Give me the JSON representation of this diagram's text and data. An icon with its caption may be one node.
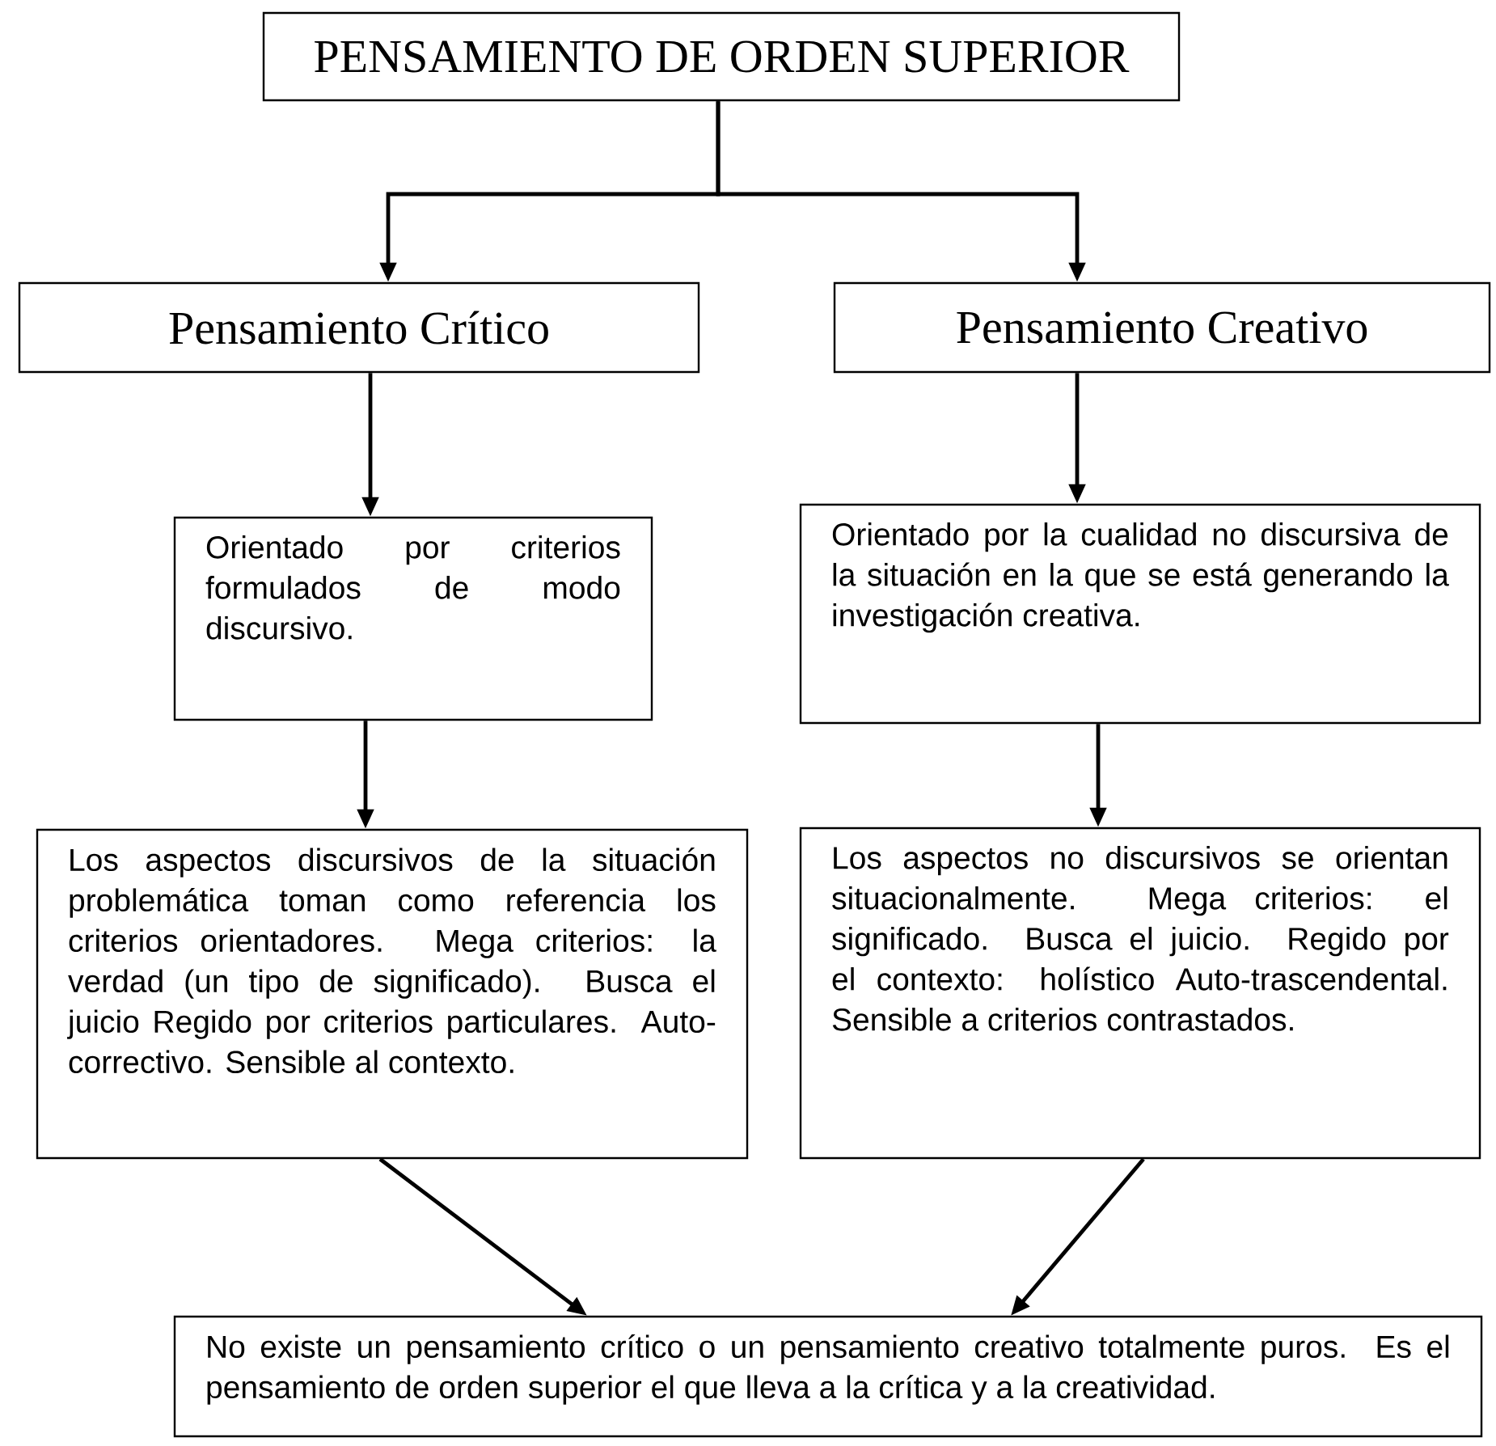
{
  "diagram": {
    "nodes": [
      {
        "text": [
          "PENSAMIENTO DE ORDEN SUPERIOR"
        ]
      },
      {
        "text": [
          "Pensamiento Crítico"
        ]
      },
      {
        "text": [
          "Pensamiento Creativo"
        ]
      },
      {
        "text": [
          "Orientado por criterios formulados de modo discursivo."
        ]
      },
      {
        "text": [
          "Orientado por la cualidad no discursiva de la situación en la que se está generando la investigación creativa."
        ]
      },
      {
        "text": [
          "Los aspectos discursivos de la situación problemática toman como referencia los criterios orientadores. Mega criterios: la verdad (un tipo de significado). Busca el juicio Regido por criterios particulares. Auto-correctivo. Sensible al contexto."
        ]
      },
      {
        "text": [
          "Los aspectos no discursivos se orientan situacionalmente. Mega criterios: el significado. Busca el juicio. Regido por el contexto: holístico Auto-trascendental. Sensible a criterios contrastados."
        ]
      },
      {
        "text": [
          "No existe un pensamiento crítico o un pensamiento creativo totalmente puros. Es el pensamiento de orden superior el que lleva a la crítica y a la creatividad."
        ]
      }
    ],
    "edges": [
      {
        "from": 0,
        "to": 1,
        "arrow": "to"
      },
      {
        "from": 0,
        "to": 2,
        "arrow": "to"
      },
      {
        "from": 1,
        "to": 3,
        "arrow": "to"
      },
      {
        "from": 2,
        "to": 4,
        "arrow": "to"
      },
      {
        "from": 3,
        "to": 5,
        "arrow": "to"
      },
      {
        "from": 4,
        "to": 6,
        "arrow": "to"
      },
      {
        "from": 5,
        "to": 7,
        "arrow": "to"
      },
      {
        "from": 6,
        "to": 7,
        "arrow": "to"
      }
    ]
  }
}
